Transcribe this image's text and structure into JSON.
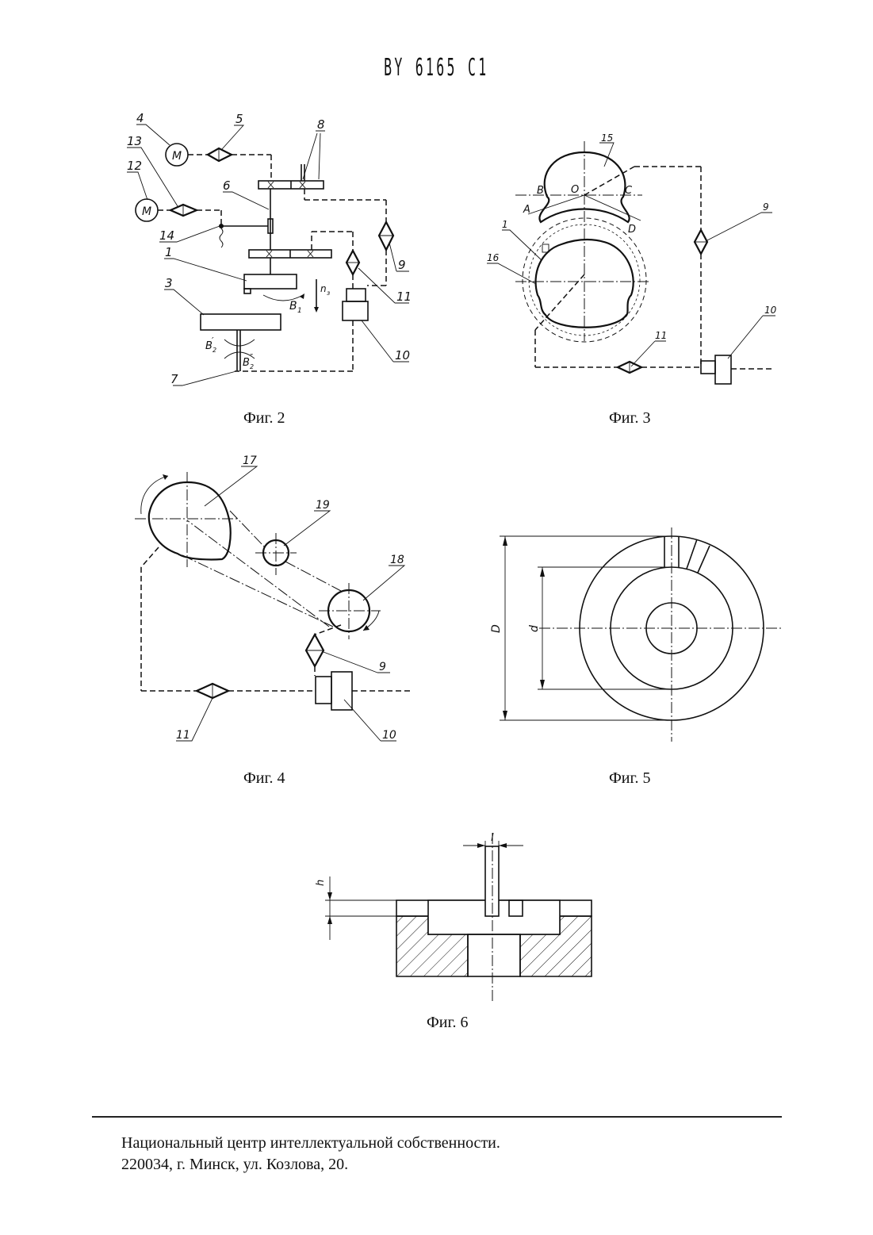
{
  "document": {
    "header": "BY 6165 C1",
    "figures": [
      {
        "caption": "Фиг. 2",
        "labels": {
          "n4": "4",
          "n5": "5",
          "n8": "8",
          "n13": "13",
          "n12": "12",
          "n6": "6",
          "n14": "14",
          "n1": "1",
          "n3": "3",
          "n9": "9",
          "n11": "11",
          "n10": "10",
          "n7": "7",
          "m1": "M",
          "m2": "M",
          "b1": "B",
          "b1sub": "1",
          "ns": "n",
          "nssub": "з",
          "b2a": "B",
          "b2asub": "2",
          "b2aprime": "′",
          "b2b": "B",
          "b2bsub": "2",
          "b2bprime": "″"
        }
      },
      {
        "caption": "Фиг. 3",
        "labels": {
          "n15": "15",
          "n16": "16",
          "n1": "1",
          "n9": "9",
          "n10": "10",
          "n11": "11",
          "B": "B",
          "O": "O",
          "C": "C",
          "A": "A",
          "D": "D"
        }
      },
      {
        "caption": "Фиг. 4",
        "labels": {
          "n17": "17",
          "n19": "19",
          "n18": "18",
          "n9": "9",
          "n10": "10",
          "n11": "11"
        }
      },
      {
        "caption": "Фиг. 5",
        "labels": {
          "D": "D",
          "d": "d"
        }
      },
      {
        "caption": "Фиг. 6",
        "labels": {
          "h": "h",
          "l": "l"
        }
      }
    ],
    "footer": {
      "line1": "Национальный центр интеллектуальной собственности.",
      "line2": "220034, г. Минск, ул. Козлова, 20."
    }
  }
}
